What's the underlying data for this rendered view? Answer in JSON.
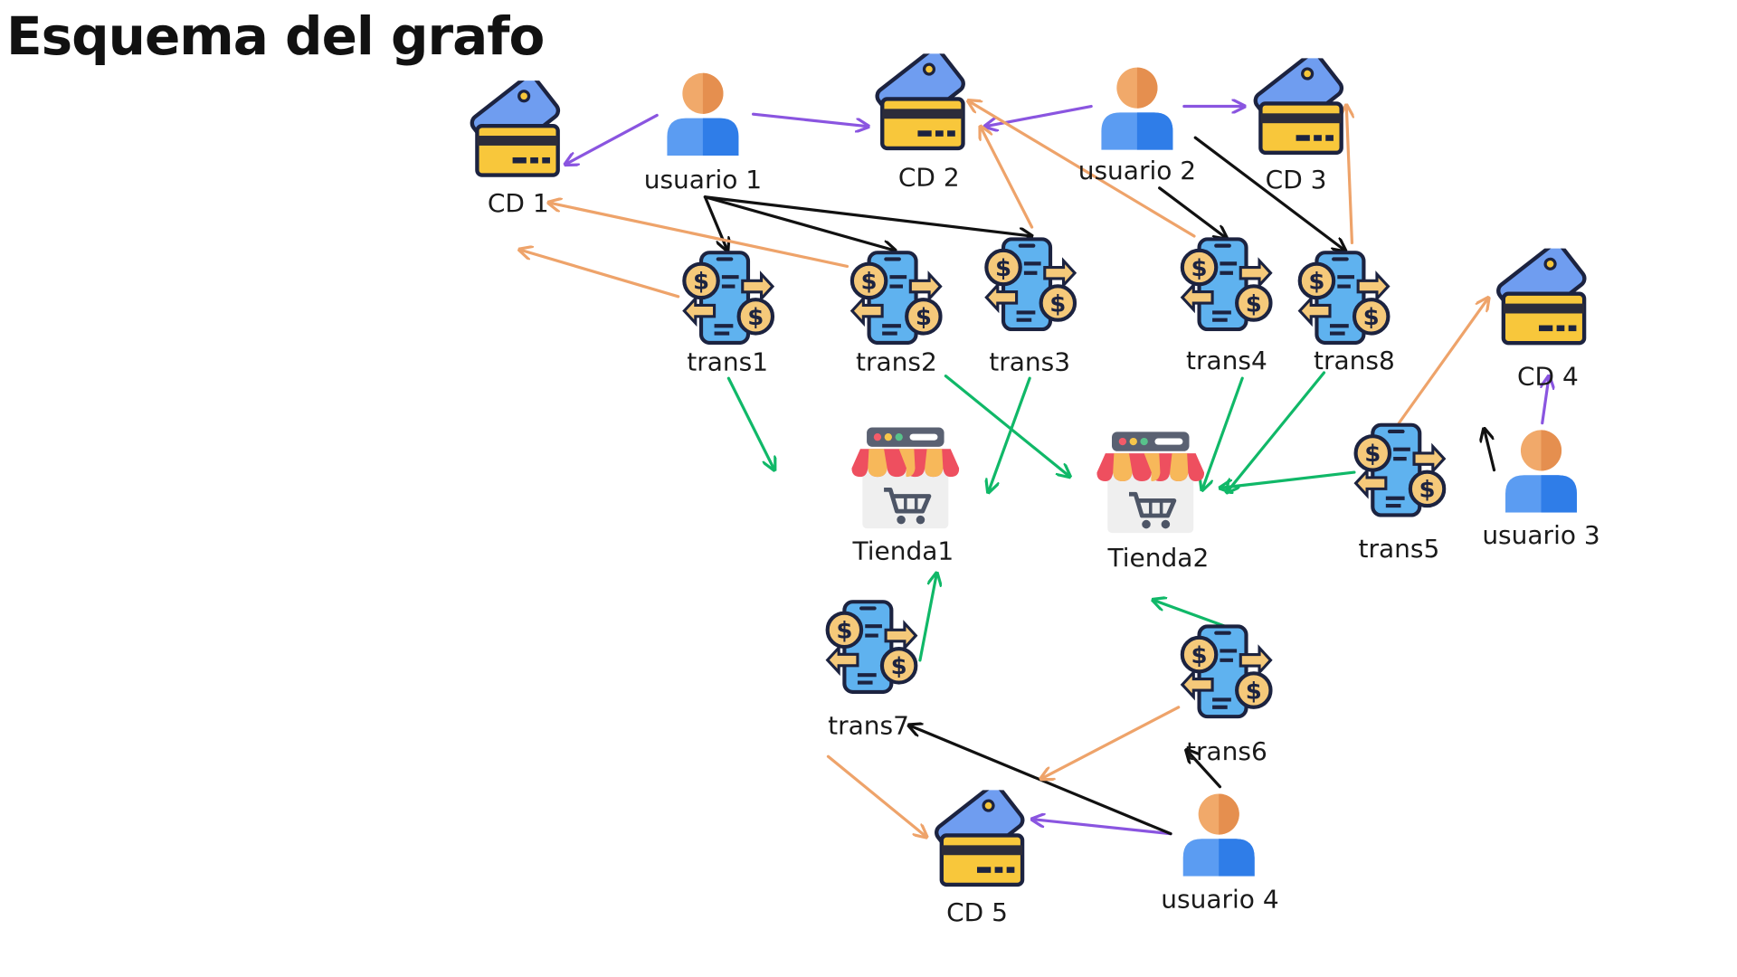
{
  "title": "Esquema del grafo",
  "colors": {
    "owns_edge": "#8a55e0",
    "flow_edge": "#111111",
    "card_edge": "#eea36a",
    "store_edge": "#10b868"
  },
  "icons": {
    "user": "user-icon",
    "card": "credit-card-icon",
    "transaction": "payment-transaction-icon",
    "store": "shop-icon"
  },
  "nodes": [
    {
      "id": "cd1",
      "kind": "card",
      "label": "CD 1"
    },
    {
      "id": "u1",
      "kind": "user",
      "label": "usuario 1"
    },
    {
      "id": "cd2",
      "kind": "card",
      "label": "CD 2"
    },
    {
      "id": "u2",
      "kind": "user",
      "label": "usuario 2"
    },
    {
      "id": "cd3",
      "kind": "card",
      "label": "CD 3"
    },
    {
      "id": "cd4",
      "kind": "card",
      "label": "CD 4"
    },
    {
      "id": "t1",
      "kind": "transaction",
      "label": "trans1"
    },
    {
      "id": "t2",
      "kind": "transaction",
      "label": "trans2"
    },
    {
      "id": "t3",
      "kind": "transaction",
      "label": "trans3"
    },
    {
      "id": "t4",
      "kind": "transaction",
      "label": "trans4"
    },
    {
      "id": "t8",
      "kind": "transaction",
      "label": "trans8"
    },
    {
      "id": "tienda1",
      "kind": "store",
      "label": "Tienda1"
    },
    {
      "id": "tienda2",
      "kind": "store",
      "label": "Tienda2"
    },
    {
      "id": "t5",
      "kind": "transaction",
      "label": "trans5"
    },
    {
      "id": "u3",
      "kind": "user",
      "label": "usuario 3"
    },
    {
      "id": "t7",
      "kind": "transaction",
      "label": "trans7"
    },
    {
      "id": "t6",
      "kind": "transaction",
      "label": "trans6"
    },
    {
      "id": "cd5",
      "kind": "card",
      "label": "CD 5"
    },
    {
      "id": "u4",
      "kind": "user",
      "label": "usuario 4"
    }
  ],
  "edges": [
    {
      "from": "u1",
      "to": "cd1",
      "type": "owns"
    },
    {
      "from": "u1",
      "to": "cd2",
      "type": "owns"
    },
    {
      "from": "u2",
      "to": "cd2",
      "type": "owns"
    },
    {
      "from": "u2",
      "to": "cd3",
      "type": "owns"
    },
    {
      "from": "u3",
      "to": "cd4",
      "type": "owns"
    },
    {
      "from": "u4",
      "to": "cd5",
      "type": "owns"
    },
    {
      "from": "u1",
      "to": "t1",
      "type": "flow"
    },
    {
      "from": "u1",
      "to": "t2",
      "type": "flow"
    },
    {
      "from": "u1",
      "to": "t3",
      "type": "flow"
    },
    {
      "from": "u2",
      "to": "t4",
      "type": "flow"
    },
    {
      "from": "u2",
      "to": "t8",
      "type": "flow"
    },
    {
      "from": "u3",
      "to": "t5",
      "type": "flow"
    },
    {
      "from": "u4",
      "to": "t6",
      "type": "flow"
    },
    {
      "from": "u4",
      "to": "t7",
      "type": "flow"
    },
    {
      "from": "t1",
      "to": "cd1",
      "type": "card"
    },
    {
      "from": "t2",
      "to": "cd1",
      "type": "card"
    },
    {
      "from": "t3",
      "to": "cd2",
      "type": "card"
    },
    {
      "from": "t4",
      "to": "cd2",
      "type": "card"
    },
    {
      "from": "t8",
      "to": "cd3",
      "type": "card"
    },
    {
      "from": "t5",
      "to": "cd4",
      "type": "card"
    },
    {
      "from": "t6",
      "to": "cd5",
      "type": "card"
    },
    {
      "from": "t7",
      "to": "cd5",
      "type": "card"
    },
    {
      "from": "t1",
      "to": "tienda1",
      "type": "store"
    },
    {
      "from": "t3",
      "to": "tienda1",
      "type": "store"
    },
    {
      "from": "t7",
      "to": "tienda1",
      "type": "store"
    },
    {
      "from": "t2",
      "to": "tienda2",
      "type": "store"
    },
    {
      "from": "t4",
      "to": "tienda2",
      "type": "store"
    },
    {
      "from": "t8",
      "to": "tienda2",
      "type": "store"
    },
    {
      "from": "t5",
      "to": "tienda2",
      "type": "store"
    },
    {
      "from": "t6",
      "to": "tienda2",
      "type": "store"
    }
  ]
}
